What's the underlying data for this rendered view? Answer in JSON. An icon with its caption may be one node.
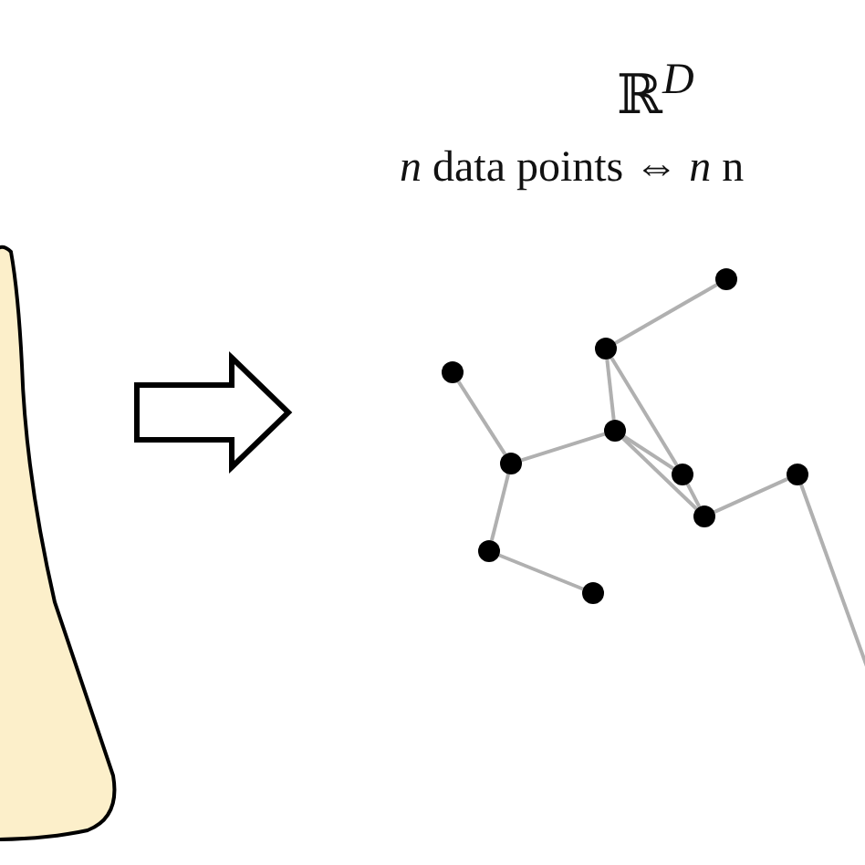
{
  "diagram": {
    "title": "ℝ$^{D}$",
    "nodes": [
      {
        "text": [],
        "shape": "circle"
      },
      {
        "text": [],
        "shape": "circle"
      },
      {
        "text": [],
        "shape": "circle"
      },
      {
        "text": [],
        "shape": "circle"
      },
      {
        "text": [],
        "shape": "circle"
      },
      {
        "text": [],
        "shape": "circle"
      },
      {
        "text": [],
        "shape": "circle"
      },
      {
        "text": [],
        "shape": "circle"
      },
      {
        "text": [],
        "shape": "circle"
      },
      {
        "text": [],
        "shape": "circle"
      }
    ],
    "edges": [
      {
        "from": 0,
        "to": 1,
        "arrow": "none"
      },
      {
        "from": 1,
        "to": 3,
        "arrow": "none"
      },
      {
        "from": 1,
        "to": 5,
        "arrow": "none"
      },
      {
        "from": 5,
        "to": 6,
        "arrow": "none"
      },
      {
        "from": 3,
        "to": 5,
        "arrow": "none"
      },
      {
        "from": 3,
        "to": 6,
        "arrow": "none"
      },
      {
        "from": 2,
        "to": 4,
        "arrow": "none"
      },
      {
        "from": 4,
        "to": 3,
        "arrow": "none"
      },
      {
        "from": 4,
        "to": 8,
        "arrow": "none"
      },
      {
        "from": 8,
        "to": 9,
        "arrow": "none"
      },
      {
        "from": 6,
        "to": 7,
        "arrow": "none"
      },
      {
        "from": 7,
        "to": null,
        "arrow": "none"
      }
    ],
    "labels": [
      "*n* data points ⇔ *n* n"
    ]
  }
}
